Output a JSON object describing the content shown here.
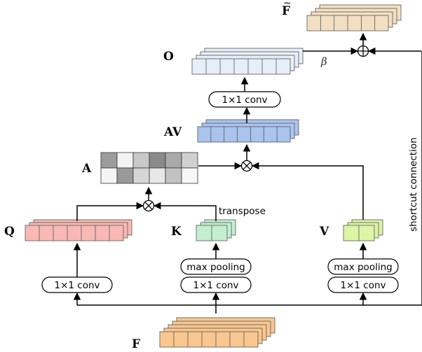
{
  "symbols": {
    "f_tilde": "F",
    "o": "O",
    "av": "AV",
    "a": "A",
    "q": "Q",
    "k": "K",
    "v": "V",
    "f": "F"
  },
  "tilde": "~",
  "operations": {
    "conv_top": "1×1 conv",
    "conv_q": "1×1 conv",
    "conv_k": "1×1 conv",
    "conv_v": "1×1 conv",
    "pool_k": "max pooling",
    "pool_v": "max pooling"
  },
  "annotations": {
    "transpose": "transpose",
    "beta": "β",
    "shortcut": "shortcut connection"
  },
  "operators": {
    "multiply": "⊗",
    "add": "⊕"
  },
  "colors": {
    "f_tilde": "#f2dfc2",
    "o": "#e6eef8",
    "av": "#aac4ee",
    "q": "#f8b9b5",
    "k": "#c3efcf",
    "v": "#dcf5a6",
    "f": "#f8c790"
  },
  "attention_matrix": {
    "rows": 2,
    "cols": 6,
    "shades": [
      [
        "#9c9c9c",
        "#f2f2f2",
        "#c8c8c8",
        "#8a8a8a",
        "#a9a9a9",
        "#d0d0d0"
      ],
      [
        "#f4f4f4",
        "#999999",
        "#d6d6d6",
        "#e8e8e8",
        "#c2c2c2",
        "#f6f6f6"
      ]
    ]
  }
}
